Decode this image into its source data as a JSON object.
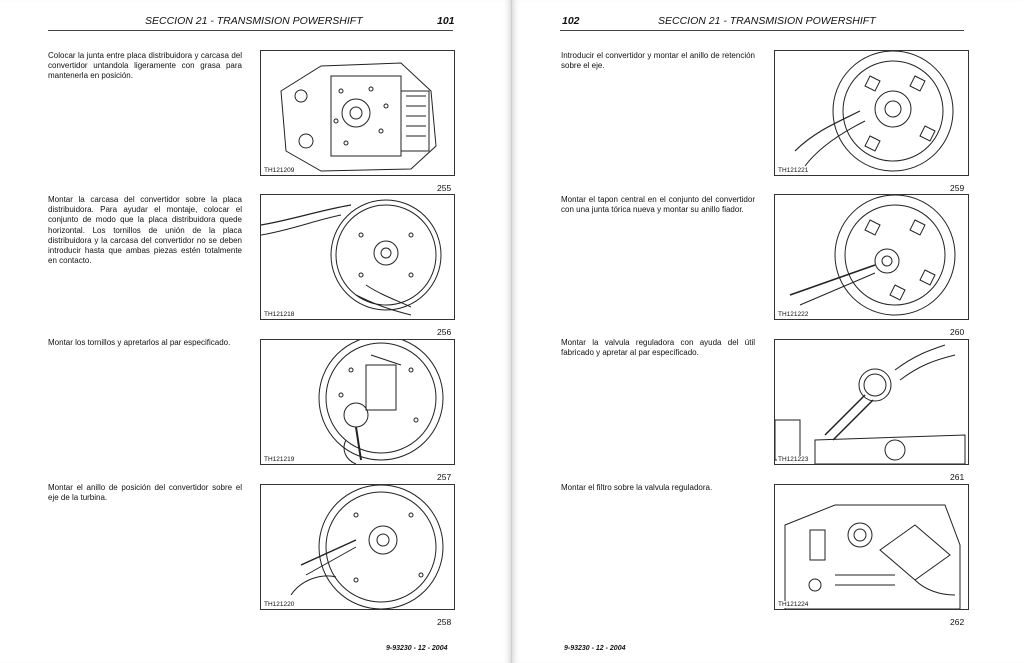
{
  "left_page": {
    "section_title": "SECCION 21 - TRANSMISION POWERSHIFT",
    "page_number": "101",
    "footer": "9-93230 - 12 - 2004",
    "steps": [
      {
        "text": "Colocar la junta entre placa distribuidora y carcasa del convertidor untandola ligeramente con grasa para mantenerla en posición.",
        "figure_code": "TH121209",
        "figure_number": "255"
      },
      {
        "text": "Montar la carcasa del convertidor sobre la placa distribuidora. Para ayudar el montaje, colocar el conjunto de modo que la placa distribuidora quede horizontal. Los tornillos de unión de la placa distribuidora y la carcasa del convertidor no se deben introducir hasta que ambas piezas estén totalmente en contacto.",
        "figure_code": "TH121218",
        "figure_number": "256"
      },
      {
        "text": "Montar los tornillos y apretarlos al par especificado.",
        "figure_code": "TH121219",
        "figure_number": "257"
      },
      {
        "text": "Montar el anillo de posición del convertidor sobre el eje de la turbina.",
        "figure_code": "TH121220",
        "figure_number": "258"
      }
    ]
  },
  "right_page": {
    "section_title": "SECCION 21 - TRANSMISION POWERSHIFT",
    "page_number": "102",
    "footer": "9-93230 - 12 - 2004",
    "steps": [
      {
        "text": "Introducir el convertidor y montar el anillo de retención sobre el eje.",
        "figure_code": "TH121221",
        "figure_number": "259"
      },
      {
        "text": "Montar el tapon central en el conjunto del convertidor con una junta tórica nueva y montar su anillo fiador.",
        "figure_code": "TH121222",
        "figure_number": "260"
      },
      {
        "text": "Montar la valvula reguladora con ayuda del útil fabricado y apretar al par especificado.",
        "figure_code": "TH121223",
        "figure_number": "261"
      },
      {
        "text": "Montar el filtro sobre la valvula reguladora.",
        "figure_code": "TH121224",
        "figure_number": "262"
      }
    ]
  }
}
